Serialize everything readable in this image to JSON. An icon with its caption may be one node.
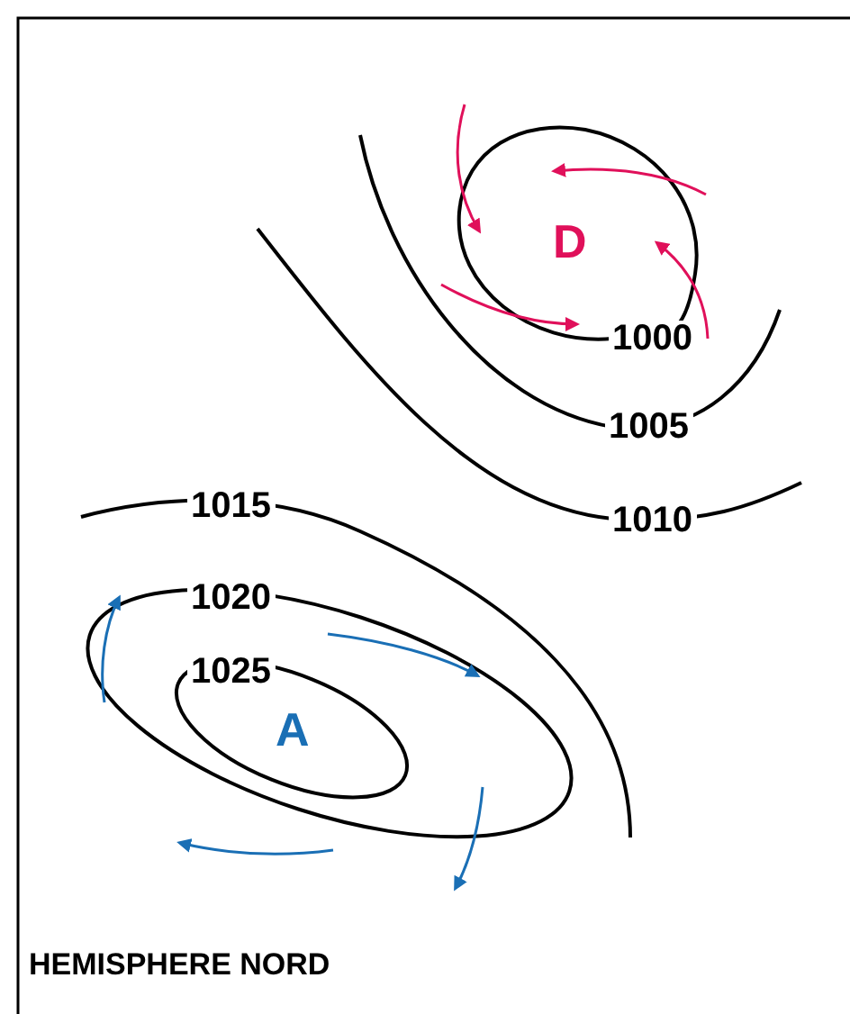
{
  "diagram": {
    "labels": [
      "D",
      "1000",
      "1005",
      "1015",
      "1010",
      "1020",
      "1025",
      "A",
      "HEMISPHERE NORD"
    ]
  }
}
